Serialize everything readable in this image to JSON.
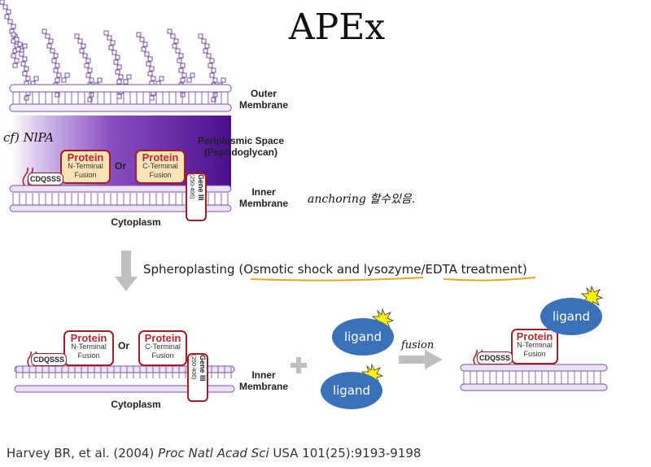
{
  "title": "APEx",
  "top_diagram": {
    "outer_membrane": "Outer\nMembrane",
    "periplasmic_space": "Periplasmic Space\n(Peptidoglycan)",
    "inner_membrane": "Inner\nMembrane",
    "cytoplasm": "Cytoplasm",
    "protein_n": {
      "title": "Protein",
      "subtitle": "N-Terminal\nFusion"
    },
    "or": "Or",
    "protein_c": {
      "title": "Protein",
      "subtitle": "C-Terminal\nFusion"
    },
    "cdqsss": "CDQSSS",
    "gene_iii": "Gene III",
    "gene_range": "(250-406)",
    "handwritten_nipa": "cf) NlPA",
    "handwritten_anchoring": "anchoring 할수있음."
  },
  "spheroplasting": {
    "prefix": "Spheroplasting (",
    "osmotic": "Osmotic shock and lysozyme",
    "slash": "/",
    "edta": "EDTA treatment",
    "suffix": ")"
  },
  "bottom_diagram": {
    "protein_n": {
      "title": "Protein",
      "subtitle": "N-Terminal\nFusion"
    },
    "or": "Or",
    "protein_c": {
      "title": "Protein",
      "subtitle": "C-Terminal\nFusion"
    },
    "cdqsss": "CDQSSS",
    "gene_iii": "Gene III",
    "gene_range": "(250-406)",
    "inner_membrane": "Inner\nMembrane",
    "cytoplasm": "Cytoplasm",
    "ligand1": "ligand",
    "ligand2": "ligand",
    "fusion": "fusion",
    "result_protein": {
      "title": "Protein",
      "subtitle": "N-Terminal\nFusion"
    },
    "result_cdqsss": "CDQSSS",
    "result_ligand": "ligand"
  },
  "citation": {
    "authors": "Harvey BR, et al. (2004) ",
    "journal": "Proc Natl Acad Sci",
    "rest": " USA 101(25):9193-9198"
  },
  "colors": {
    "accent_red": "#a51d24",
    "ligand_blue": "#3b71b8",
    "periplasm_purple": "#4a0f8c",
    "underline_orange": "#f0a21f"
  }
}
